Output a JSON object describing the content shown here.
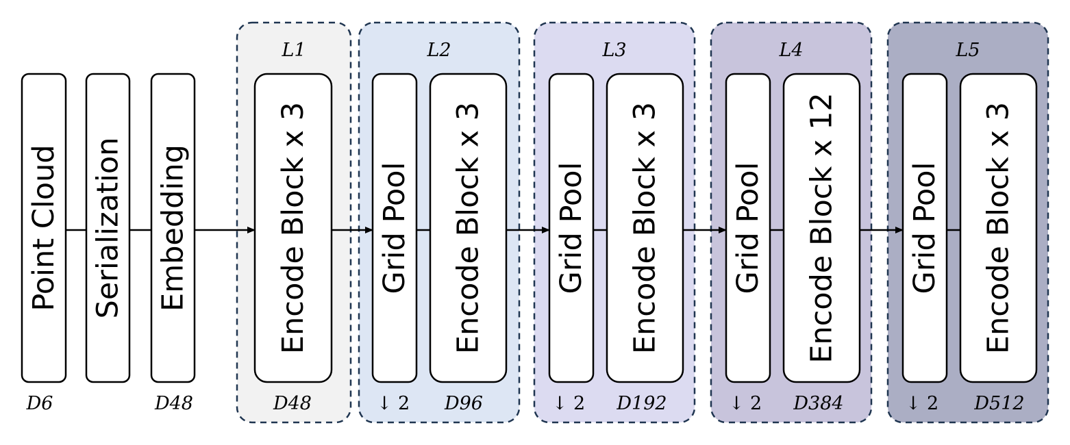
{
  "diagram": {
    "input_blocks": [
      {
        "label": "Point Cloud",
        "dim": "D6"
      },
      {
        "label": "Serialization",
        "dim": ""
      },
      {
        "label": "Embedding",
        "dim": "D48"
      }
    ],
    "stages": [
      {
        "title": "L1",
        "fill": "#f2f2f2",
        "pool": null,
        "encode_label": "Encode Block x 3",
        "dim": "D48"
      },
      {
        "title": "L2",
        "fill": "#dde6f4",
        "pool": {
          "label": "Grid Pool",
          "stride": "↓ 2"
        },
        "encode_label": "Encode Block x 3",
        "dim": "D96"
      },
      {
        "title": "L3",
        "fill": "#dcdbf1",
        "pool": {
          "label": "Grid Pool",
          "stride": "↓ 2"
        },
        "encode_label": "Encode Block x 3",
        "dim": "D192"
      },
      {
        "title": "L4",
        "fill": "#c8c4dc",
        "pool": {
          "label": "Grid Pool",
          "stride": "↓ 2"
        },
        "encode_label": "Encode Block x 12",
        "dim": "D384"
      },
      {
        "title": "L5",
        "fill": "#abaec4",
        "pool": {
          "label": "Grid Pool",
          "stride": "↓ 2"
        },
        "encode_label": "Encode Block x 3",
        "dim": "D512"
      }
    ]
  }
}
